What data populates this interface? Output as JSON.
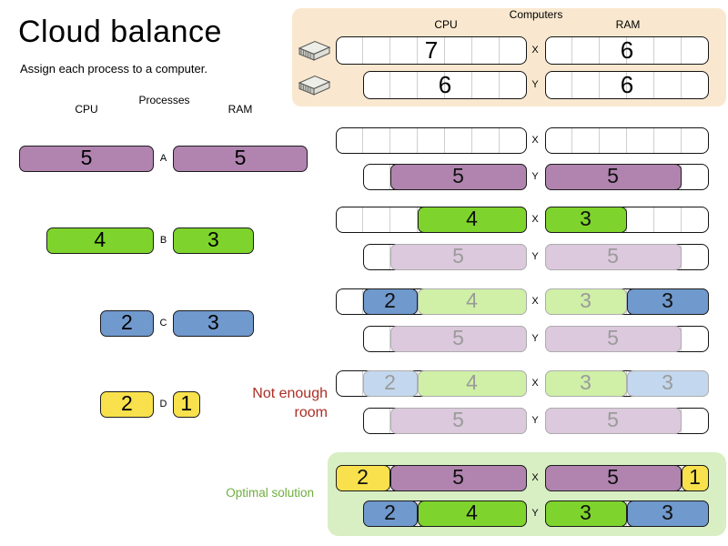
{
  "title": "Cloud balance",
  "subtitle": "Assign each process to a computer.",
  "process_table": {
    "cpu_header": "CPU",
    "center_header": "Processes",
    "ram_header": "RAM",
    "rows": [
      {
        "id": "A",
        "cpu": 5,
        "ram": 5,
        "color": "purple"
      },
      {
        "id": "B",
        "cpu": 4,
        "ram": 3,
        "color": "green"
      },
      {
        "id": "C",
        "cpu": 2,
        "ram": 3,
        "color": "blue"
      },
      {
        "id": "D",
        "cpu": 2,
        "ram": 1,
        "color": "yellow"
      }
    ]
  },
  "computers_panel": {
    "title": "Computers",
    "cpu_header": "CPU",
    "ram_header": "RAM",
    "computers": [
      {
        "id": "X",
        "cpu": 7,
        "ram": 6
      },
      {
        "id": "Y",
        "cpu": 6,
        "ram": 6
      }
    ]
  },
  "states": [
    {
      "name": "initial",
      "computers": [
        {
          "id": "X",
          "cpu": {
            "capacity": 7,
            "segments": []
          },
          "ram": {
            "capacity": 6,
            "segments": []
          }
        },
        {
          "id": "Y",
          "cpu": {
            "capacity": 6,
            "segments": [
              {
                "process": "A",
                "value": 5,
                "color": "purple",
                "faded": false,
                "start": 1
              }
            ]
          },
          "ram": {
            "capacity": 6,
            "segments": [
              {
                "process": "A",
                "value": 5,
                "color": "purple",
                "faded": false,
                "start": 0
              }
            ]
          }
        }
      ]
    },
    {
      "name": "assign-b",
      "computers": [
        {
          "id": "X",
          "cpu": {
            "capacity": 7,
            "segments": [
              {
                "process": "B",
                "value": 4,
                "color": "green",
                "faded": false,
                "start": 3
              }
            ]
          },
          "ram": {
            "capacity": 6,
            "segments": [
              {
                "process": "B",
                "value": 3,
                "color": "green",
                "faded": false,
                "start": 0
              }
            ]
          }
        },
        {
          "id": "Y",
          "cpu": {
            "capacity": 6,
            "segments": [
              {
                "process": "A",
                "value": 5,
                "color": "purple",
                "faded": true,
                "start": 1
              }
            ]
          },
          "ram": {
            "capacity": 6,
            "segments": [
              {
                "process": "A",
                "value": 5,
                "color": "purple",
                "faded": true,
                "start": 0
              }
            ]
          }
        }
      ]
    },
    {
      "name": "assign-c",
      "computers": [
        {
          "id": "X",
          "cpu": {
            "capacity": 7,
            "segments": [
              {
                "process": "C",
                "value": 2,
                "color": "blue",
                "faded": false,
                "start": 1
              },
              {
                "process": "B",
                "value": 4,
                "color": "green",
                "faded": true,
                "start": 3
              }
            ]
          },
          "ram": {
            "capacity": 6,
            "segments": [
              {
                "process": "B",
                "value": 3,
                "color": "green",
                "faded": true,
                "start": 0
              },
              {
                "process": "C",
                "value": 3,
                "color": "blue",
                "faded": false,
                "start": 3
              }
            ]
          }
        },
        {
          "id": "Y",
          "cpu": {
            "capacity": 6,
            "segments": [
              {
                "process": "A",
                "value": 5,
                "color": "purple",
                "faded": true,
                "start": 1
              }
            ]
          },
          "ram": {
            "capacity": 6,
            "segments": [
              {
                "process": "A",
                "value": 5,
                "color": "purple",
                "faded": true,
                "start": 0
              }
            ]
          }
        }
      ]
    },
    {
      "name": "assign-d-no-room",
      "computers": [
        {
          "id": "X",
          "cpu": {
            "capacity": 7,
            "segments": [
              {
                "process": "C",
                "value": 2,
                "color": "blue",
                "faded": true,
                "start": 1
              },
              {
                "process": "B",
                "value": 4,
                "color": "green",
                "faded": true,
                "start": 3
              }
            ]
          },
          "ram": {
            "capacity": 6,
            "segments": [
              {
                "process": "B",
                "value": 3,
                "color": "green",
                "faded": true,
                "start": 0
              },
              {
                "process": "C",
                "value": 3,
                "color": "blue",
                "faded": true,
                "start": 3
              }
            ]
          }
        },
        {
          "id": "Y",
          "cpu": {
            "capacity": 6,
            "segments": [
              {
                "process": "A",
                "value": 5,
                "color": "purple",
                "faded": true,
                "start": 1
              }
            ]
          },
          "ram": {
            "capacity": 6,
            "segments": [
              {
                "process": "A",
                "value": 5,
                "color": "purple",
                "faded": true,
                "start": 0
              }
            ]
          }
        }
      ]
    },
    {
      "name": "optimal",
      "computers": [
        {
          "id": "X",
          "cpu": {
            "capacity": 7,
            "segments": [
              {
                "process": "D",
                "value": 2,
                "color": "yellow",
                "faded": false,
                "start": 0
              },
              {
                "process": "A",
                "value": 5,
                "color": "purple",
                "faded": false,
                "start": 2
              }
            ]
          },
          "ram": {
            "capacity": 6,
            "segments": [
              {
                "process": "A",
                "value": 5,
                "color": "purple",
                "faded": false,
                "start": 0
              },
              {
                "process": "D",
                "value": 1,
                "color": "yellow",
                "faded": false,
                "start": 5
              }
            ]
          }
        },
        {
          "id": "Y",
          "cpu": {
            "capacity": 6,
            "segments": [
              {
                "process": "C",
                "value": 2,
                "color": "blue",
                "faded": false,
                "start": 0
              },
              {
                "process": "B",
                "value": 4,
                "color": "green",
                "faded": false,
                "start": 2
              }
            ]
          },
          "ram": {
            "capacity": 6,
            "segments": [
              {
                "process": "B",
                "value": 3,
                "color": "green",
                "faded": false,
                "start": 0
              },
              {
                "process": "C",
                "value": 3,
                "color": "blue",
                "faded": false,
                "start": 3
              }
            ]
          }
        }
      ]
    }
  ],
  "annotations": {
    "not_enough_room": "Not enough\nroom",
    "optimal": "Optimal solution"
  },
  "colors": {
    "purple": "#b184af",
    "purple_faded": "#dcc9dd",
    "green": "#7ed42c",
    "green_faded": "#cff0a6",
    "blue": "#7099cd",
    "blue_faded": "#c3d8ee",
    "yellow": "#f8e14c",
    "panel_beige": "#f9e8cf",
    "panel_green": "#d8eec3",
    "error_text": "#aa2e23",
    "optimal_text": "#6fae3e",
    "bar_border": "#1c1c1c",
    "faded_border": "#adadad",
    "faded_text": "#9b9b9b",
    "grid_line": "#cfcfcf"
  }
}
